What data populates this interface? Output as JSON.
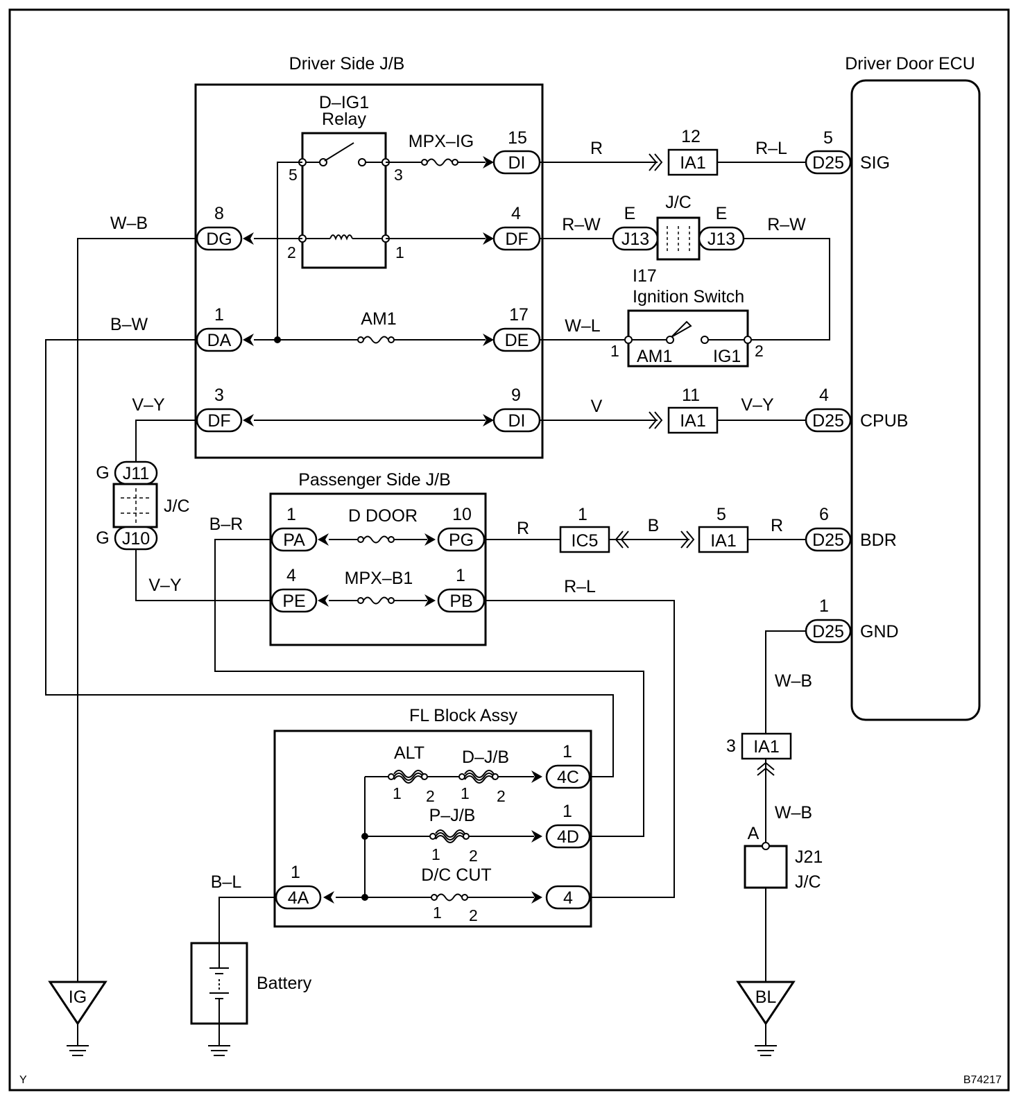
{
  "blocks": {
    "driver_jb": "Driver Side J/B",
    "driver_door_ecu": "Driver Door ECU",
    "passenger_jb": "Passenger Side J/B",
    "fl_block": "FL Block Assy",
    "relay_line1": "D–IG1",
    "relay_line2": "Relay",
    "ignition_id": "I17",
    "ignition_name": "Ignition Switch",
    "jc_top": "J/C",
    "jc_left": "J/C",
    "j21": "J21",
    "j21_jc": "J/C",
    "battery": "Battery"
  },
  "fuses": {
    "mpx_ig": "MPX–IG",
    "am1": "AM1",
    "d_door": "D DOOR",
    "mpx_b1": "MPX–B1",
    "alt": "ALT",
    "d_jb": "D–J/B",
    "p_jb": "P–J/B",
    "dc_cut": "D/C CUT"
  },
  "connectors": {
    "dg": "DG",
    "da": "DA",
    "df": "DF",
    "di": "DI",
    "de": "DE",
    "ia1": "IA1",
    "d25": "D25",
    "j13": "J13",
    "j11": "J11",
    "j10": "J10",
    "pa": "PA",
    "pe": "PE",
    "pg": "PG",
    "pb": "PB",
    "ic5": "IC5",
    "c4c": "4C",
    "c4d": "4D",
    "c4": "4",
    "c4a": "4A"
  },
  "ecu_terminals": {
    "sig": "SIG",
    "cpub": "CPUB",
    "bdr": "BDR",
    "gnd": "GND"
  },
  "switch_terminals": {
    "am1": "AM1",
    "ig1": "IG1"
  },
  "wires": {
    "wb": "W–B",
    "bw": "B–W",
    "vy": "V–Y",
    "br": "B–R",
    "bl": "B–L",
    "r": "R",
    "rl": "R–L",
    "rw": "R–W",
    "wl": "W–L",
    "v": "V",
    "b": "B"
  },
  "pins": {
    "p1": "1",
    "p2": "2",
    "p3": "3",
    "p4": "4",
    "p5": "5",
    "p6": "6",
    "p8": "8",
    "p9": "9",
    "p10": "10",
    "p11": "11",
    "p12": "12",
    "p15": "15",
    "p17": "17",
    "e": "E",
    "g": "G",
    "a": "A"
  },
  "grounds": {
    "ig": "IG",
    "bl": "BL"
  },
  "footer": {
    "left": "Y",
    "right": "B74217"
  }
}
